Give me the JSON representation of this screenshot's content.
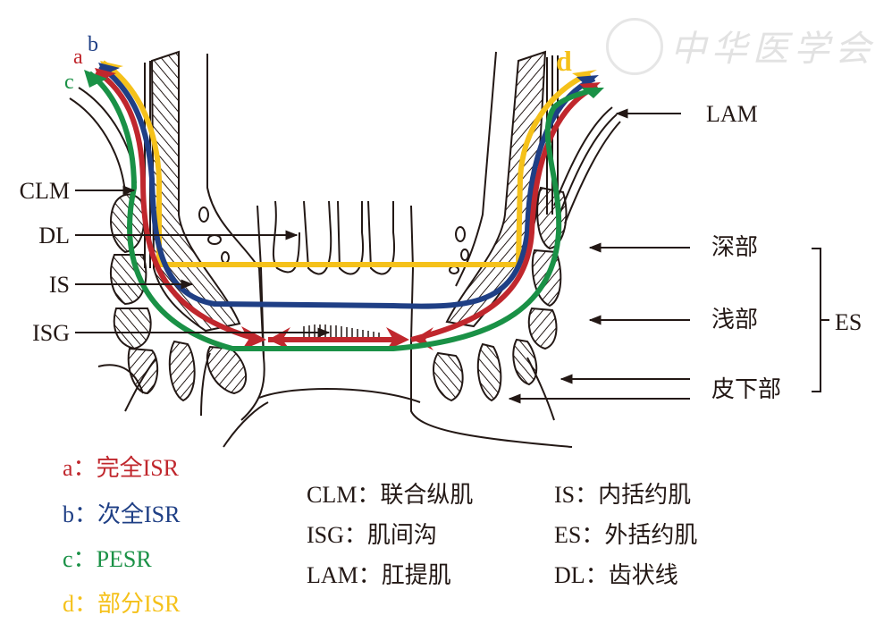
{
  "watermark": {
    "text": "中华医学会"
  },
  "colors": {
    "path_a": "#c0272d",
    "path_b": "#1f3f85",
    "path_c": "#1a9146",
    "path_d": "#f5c11a",
    "line": "#231815"
  },
  "path_letters": {
    "a": "a",
    "b": "b",
    "c": "c",
    "d": "d"
  },
  "left_labels": [
    {
      "id": "clm",
      "text": "CLM"
    },
    {
      "id": "dl",
      "text": "DL"
    },
    {
      "id": "is",
      "text": "IS"
    },
    {
      "id": "isg",
      "text": "ISG"
    }
  ],
  "right_labels": {
    "lam": "LAM",
    "deep": "深部",
    "superficial": "浅部",
    "subcutaneous": "皮下部",
    "es_group": "ES"
  },
  "legend": [
    {
      "key": "a",
      "sep": "：",
      "text": "完全ISR",
      "color": "#c0272d"
    },
    {
      "key": "b",
      "sep": "：",
      "text": "次全ISR",
      "color": "#1f3f85"
    },
    {
      "key": "c",
      "sep": "：",
      "text": "PESR",
      "color": "#1a9146"
    },
    {
      "key": "d",
      "sep": "：",
      "text": "部分ISR",
      "color": "#f5c11a"
    }
  ],
  "abbreviations": [
    {
      "abbr": "CLM",
      "sep": "：",
      "meaning": "联合纵肌"
    },
    {
      "abbr": "IS",
      "sep": "：",
      "meaning": "内括约肌"
    },
    {
      "abbr": "ISG",
      "sep": "：",
      "meaning": "肌间沟"
    },
    {
      "abbr": "ES",
      "sep": "：",
      "meaning": "外括约肌"
    },
    {
      "abbr": "LAM",
      "sep": "：",
      "meaning": "肛提肌"
    },
    {
      "abbr": "DL",
      "sep": "：",
      "meaning": "齿状线"
    }
  ]
}
